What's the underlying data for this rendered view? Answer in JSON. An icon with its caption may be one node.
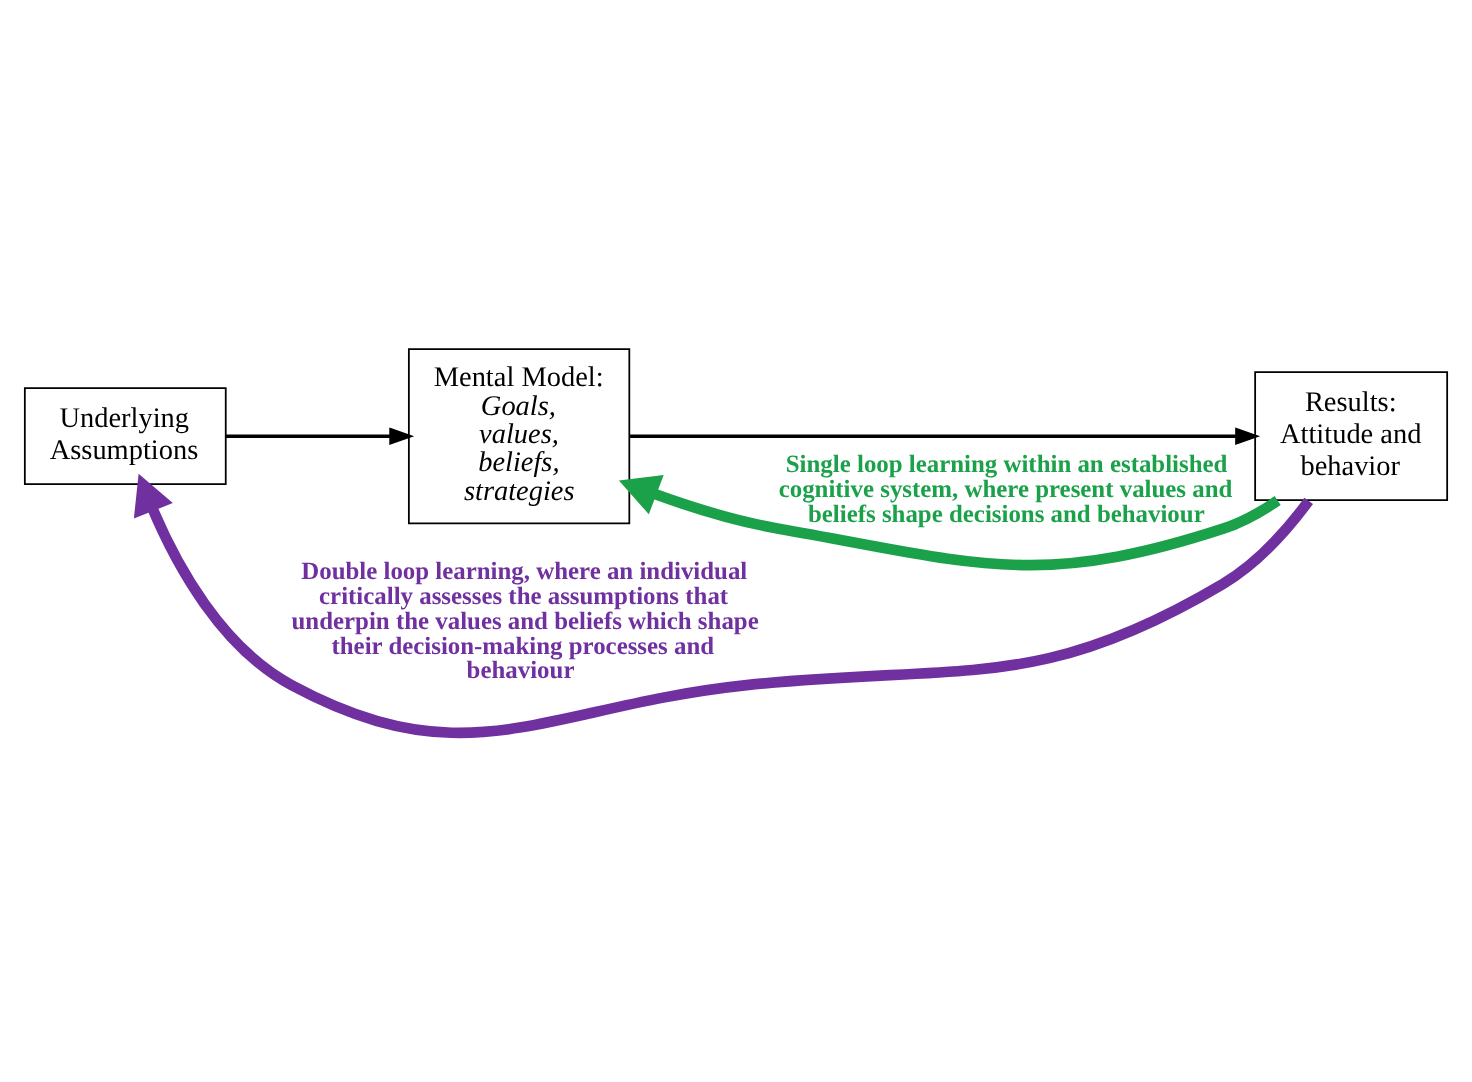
{
  "diagram": {
    "nodes": [
      {
        "text": [
          "Underlying Assumptions"
        ]
      },
      {
        "text": [
          "Mental Model: *Goals, values, beliefs, strategies*"
        ]
      },
      {
        "text": [
          "Results: Attitude and behavior"
        ]
      }
    ],
    "edges": [
      {
        "from": 0,
        "to": 1,
        "arrow": "to"
      },
      {
        "from": 1,
        "to": 2,
        "arrow": "to"
      },
      {
        "from": 2,
        "to": 1,
        "arrow": "to",
        "style": "thick",
        "color": "#1ba14a",
        "label": "Single loop learning within an established cognitive system, where present values and beliefs shape decisions and behaviour"
      },
      {
        "from": 2,
        "to": 0,
        "arrow": "to",
        "style": "thick",
        "color": "#7030a0",
        "label": "Double loop learning, where an individual critically assesses the assumptions that underpin the values and beliefs which shape their decision-making processes and behaviour"
      }
    ]
  }
}
